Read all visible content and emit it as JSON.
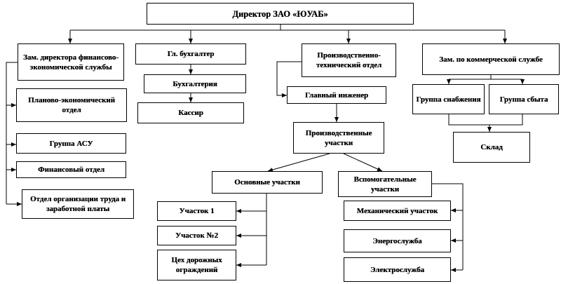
{
  "nodes": {
    "director": "Директор ЗАО «ЮУАБ»",
    "deputy_finance": "Зам. директора финансово-экономической службы",
    "chief_accountant": "Гл. бухгалтер",
    "production_dept": "Производственно-технический отдел",
    "deputy_commercial": "Зам. по коммерческой службе",
    "planning_dept": "Планово-экономический отдел",
    "accounting": "Бухгалтерия",
    "cashier": "Кассир",
    "chief_engineer": "Главный инженер",
    "supply_group": "Группа снабжения",
    "sales_group": "Группа сбыта",
    "asu_group": "Группа АСУ",
    "production_sites": "Производственные участки",
    "warehouse": "Склад",
    "finance_dept": "Финансовый отдел",
    "main_sites": "Основные участки",
    "aux_sites": "Вспомогательные участки",
    "labor_dept": "Отдел организации труда и заработной платы",
    "site1": "Участок 1",
    "mech_site": "Механический участок",
    "site2": "Участок №2",
    "energy_service": "Энергослужба",
    "road_fence_shop": "Цех дорожных ограждений",
    "electric_service": "Электрослужба"
  }
}
